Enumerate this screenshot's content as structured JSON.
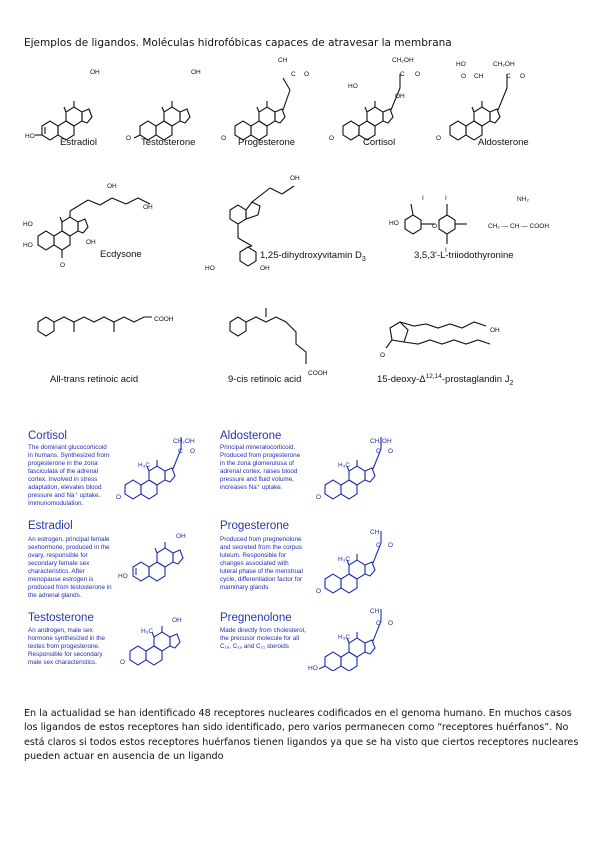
{
  "heading": "Ejemplos de ligandos. Moléculas hidrofóbicas capaces de atravesar la membrana",
  "top_labels": {
    "estradiol": "Estradiol",
    "testosterone": "Testosterone",
    "progesterone": "Progesterone",
    "cortisol": "Cortisol",
    "aldosterone": "Aldosterone",
    "ecdysone": "Ecdysone",
    "vitd": "1,25-dihydroxyvitamin D",
    "vitd_sub": "3",
    "t3": "3,5,3'-L-triiodothyronine",
    "atra": "All-trans retinoic acid",
    "cisra": "9-cis retinoic acid",
    "pgj2_a": "15-deoxy-Δ",
    "pgj2_sup": "12,14",
    "pgj2_b": "-prostaglandin J",
    "pgj2_sub": "2"
  },
  "atoms": {
    "oh": "OH",
    "ho": "HO",
    "o": "O",
    "ch3": "CH",
    "ch2oh": "CH₂OH",
    "c": "C",
    "ch": "CH",
    "i": "I",
    "nh2": "NH₂",
    "cooh": "COOH",
    "h3c": "H₃C"
  },
  "t3_chain": "CH₂ — CH — COOH",
  "cards": {
    "cortisol": {
      "title": "Cortisol",
      "desc": [
        "The dominant glucocorticoid",
        "in humans. Synthesized from",
        "progesterone in the zona",
        "fasciculata of the adrenal",
        "cortex. Involved in stress",
        "adaptation, elevates blood",
        "pressure and Na⁺ uptake.",
        "Immunomodulation."
      ]
    },
    "aldosterone": {
      "title": "Aldosterone",
      "desc": [
        "Principal mineralocorticoid.",
        "Produced from progesterone",
        "in the zona glomerulosa of",
        "adrenal cortex, raises blood",
        "pressure and fluid volume,",
        "increases Na⁺ uptake."
      ]
    },
    "estradiol": {
      "title": "Estradiol",
      "desc": [
        "An estrogen, principal female",
        "sexhormone, produced in the",
        "ovary, responsible for",
        "secondary female sex",
        "characteristics. After",
        "menopause estrogen is",
        "produced from testosterone in",
        "the adrenal glands."
      ]
    },
    "progesterone": {
      "title": "Progesterone",
      "desc": [
        "Produced from pregnenolone",
        "and secreted from the corpus",
        "luteum. Responsible for",
        "changes associated with",
        "luteral phase of the menstrual",
        "cycle, differentiation factor for",
        "mammary glands"
      ]
    },
    "testosterone": {
      "title": "Testosterone",
      "desc": [
        "An androgen, male sex",
        "hormone synthesized in the",
        "testes from progesterone.",
        "Responsible for secondary",
        "male sex characteristics."
      ]
    },
    "pregnenolone": {
      "title": "Pregnenolone",
      "desc": [
        "Made directly from cholesterol,",
        "the precusor molecule for all",
        "C₁₈, C₁₉ and C₂₁ steroids"
      ]
    }
  },
  "paragraph": "En la actualidad se han identificado 48 receptores nucleares codificados en el genoma humano. En muchos casos los ligandos de estos receptores han sido identificado, pero varios permanecen como “receptores huérfanos”. No está claros si todos estos receptores huérfanos tienen ligandos ya que se ha visto que ciertos receptores nucleares pueden actuar en ausencia de un ligando"
}
